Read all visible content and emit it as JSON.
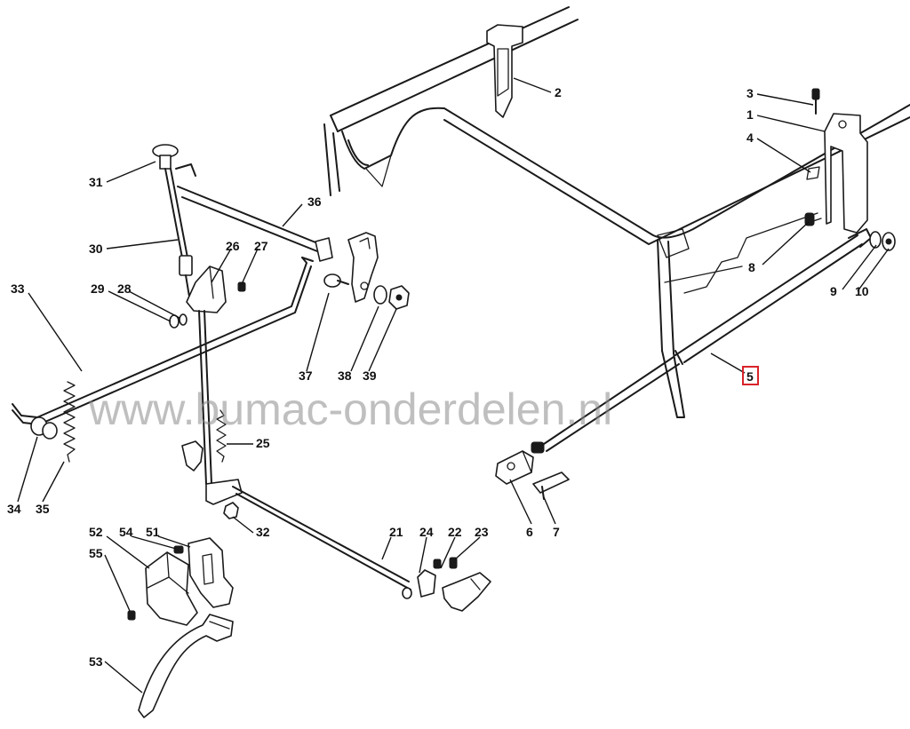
{
  "watermark": "www.bumac-onderdelen.nl",
  "highlighted_part": "5",
  "callouts": [
    "1",
    "2",
    "3",
    "4",
    "5",
    "6",
    "7",
    "8",
    "9",
    "10",
    "21",
    "22",
    "23",
    "24",
    "25",
    "26",
    "27",
    "28",
    "29",
    "30",
    "31",
    "32",
    "33",
    "34",
    "35",
    "36",
    "37",
    "38",
    "39",
    "51",
    "52",
    "53",
    "54",
    "55"
  ]
}
